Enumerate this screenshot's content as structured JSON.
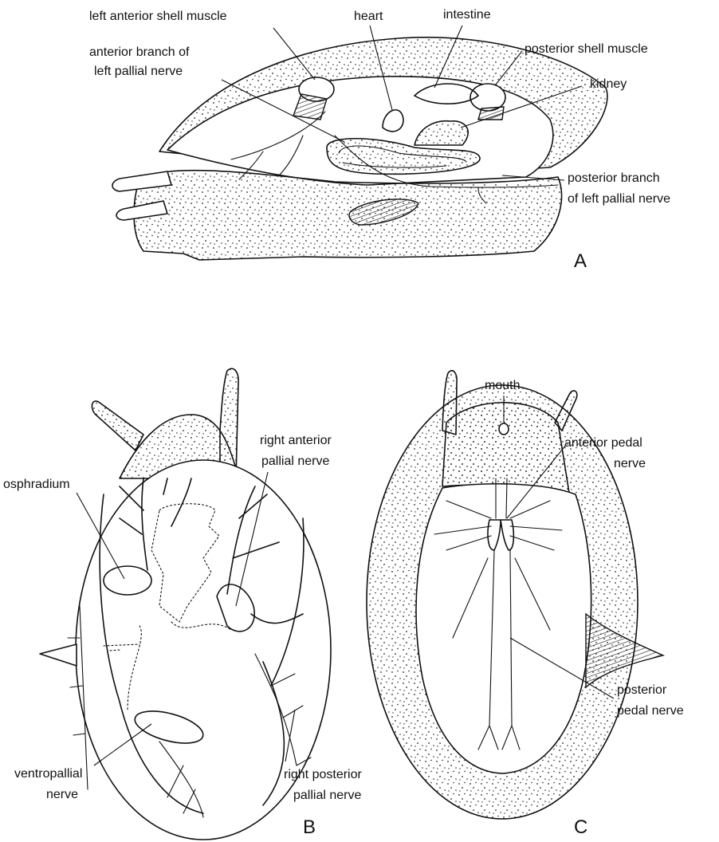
{
  "figure": {
    "panels": {
      "a": {
        "letter": "A"
      },
      "b": {
        "letter": "B"
      },
      "c": {
        "letter": "C"
      }
    },
    "labels": {
      "left_anterior_shell_muscle": "left anterior shell muscle",
      "heart": "heart",
      "intestine": "intestine",
      "posterior_shell_muscle": "posterior shell muscle",
      "anterior_branch_line1": "anterior branch of",
      "anterior_branch_line2": "left pallial nerve",
      "kidney": "kidney",
      "posterior_branch_line1": "posterior branch",
      "posterior_branch_line2": "of left pallial nerve",
      "osphradium": "osphradium",
      "right_anterior_line1": "right anterior",
      "right_anterior_line2": "pallial nerve",
      "ventropallial_line1": "ventropallial",
      "ventropallial_line2": "nerve",
      "right_posterior_line1": "right posterior",
      "right_posterior_line2": "pallial nerve",
      "mouth": "mouth",
      "anterior_pedal_line1": "anterior pedal",
      "anterior_pedal_line2": "nerve",
      "posterior_pedal_line1": "posterior",
      "posterior_pedal_line2": "pedal nerve"
    }
  }
}
